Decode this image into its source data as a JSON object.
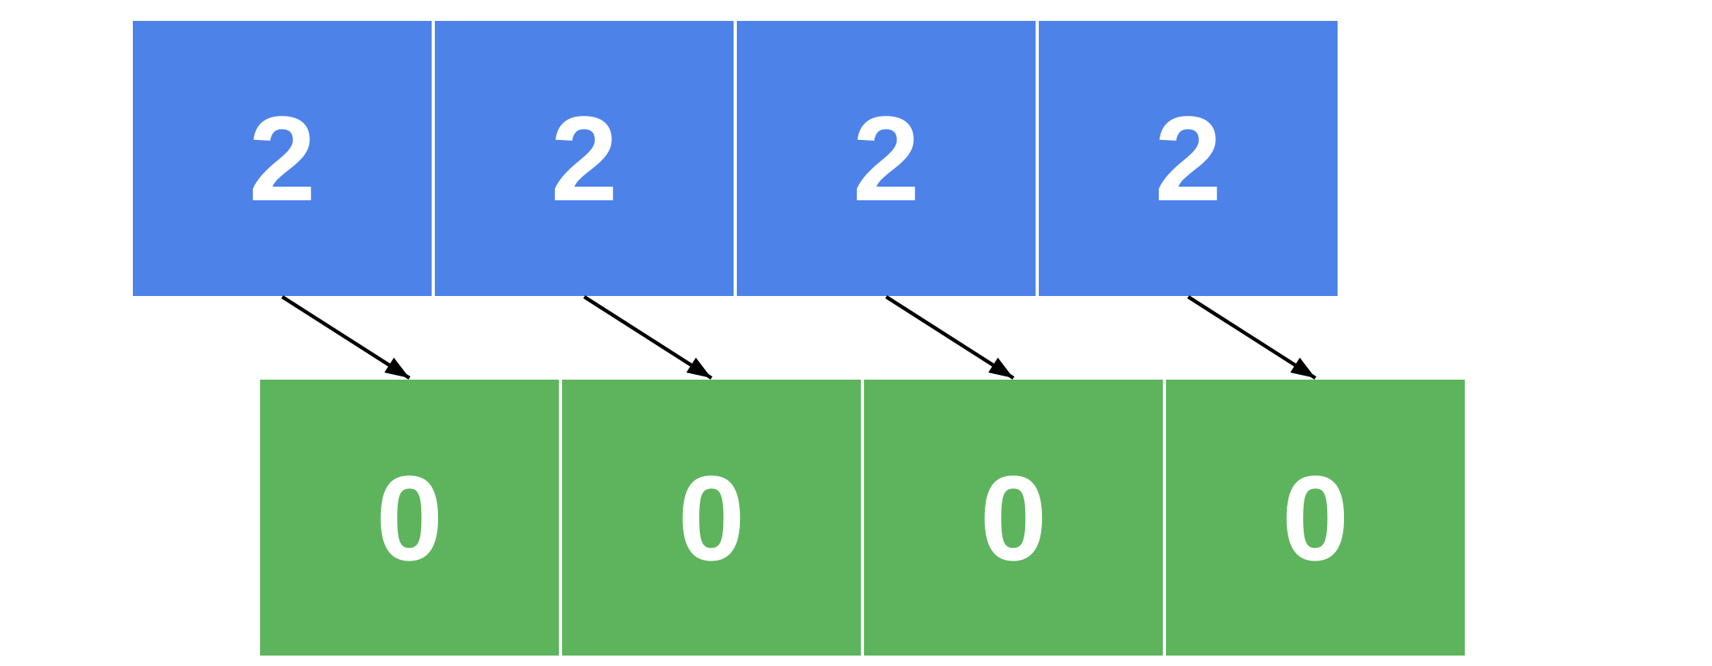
{
  "diagram": {
    "background_color": "#ffffff",
    "top_row": {
      "color": "#4d82e9",
      "text_color": "#ffffff",
      "cells": [
        {
          "value": "2"
        },
        {
          "value": "2"
        },
        {
          "value": "2"
        },
        {
          "value": "2"
        }
      ]
    },
    "bottom_row": {
      "color": "#5db45d",
      "text_color": "#ffffff",
      "cells": [
        {
          "value": "0"
        },
        {
          "value": "0"
        },
        {
          "value": "0"
        },
        {
          "value": "0"
        }
      ]
    },
    "arrows": {
      "color": "#000000",
      "connections": [
        {
          "from": "top-cell-0",
          "to": "bottom-cell-0"
        },
        {
          "from": "top-cell-1",
          "to": "bottom-cell-1"
        },
        {
          "from": "top-cell-2",
          "to": "bottom-cell-2"
        },
        {
          "from": "top-cell-3",
          "to": "bottom-cell-3"
        }
      ]
    }
  }
}
